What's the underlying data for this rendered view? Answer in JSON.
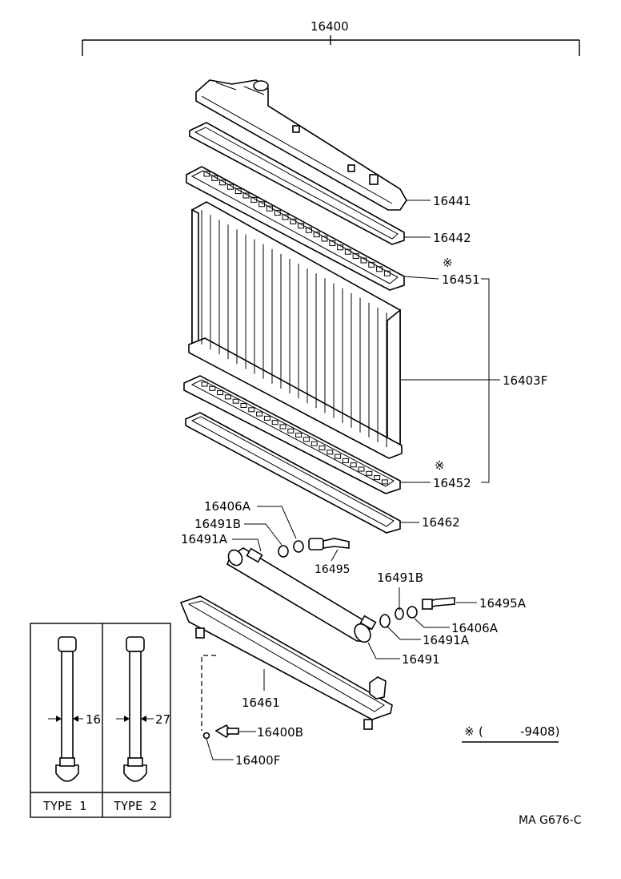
{
  "assembly": {
    "number": "16400"
  },
  "parts": {
    "p16441": "16441",
    "p16442": "16442",
    "p16451": "16451",
    "p16403F": "16403F",
    "p16452": "16452",
    "p16462": "16462",
    "p16406A_top": "16406A",
    "p16491B_top": "16491B",
    "p16491A_top": "16491A",
    "p16495": "16495",
    "p16491B_right": "16491B",
    "p16495A": "16495A",
    "p16406A_right": "16406A",
    "p16491A_right": "16491A",
    "p16491": "16491",
    "p16461": "16461",
    "p16400B": "16400B",
    "p16400F": "16400F"
  },
  "marks": {
    "asterisk_16451": "※",
    "asterisk_16452": "※"
  },
  "types": {
    "type1": {
      "label": "TYPE 1",
      "dimension": "16"
    },
    "type2": {
      "label": "TYPE 2",
      "dimension": "27"
    }
  },
  "note": {
    "symbol": "※",
    "open": "(",
    "range": "-9408)"
  },
  "footer": {
    "code": "MA  G676-C"
  }
}
